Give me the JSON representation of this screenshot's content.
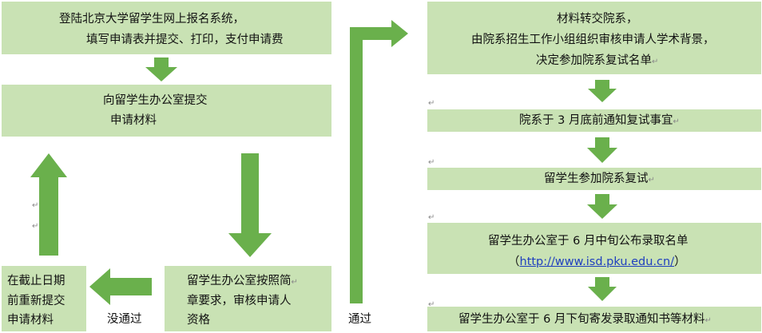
{
  "colors": {
    "box_fill": "#c9e2b4",
    "arrow_fill": "#6ab04c",
    "link": "#1f3fbf"
  },
  "left": {
    "step1": {
      "line1": "登陆北京大学留学生网上报名系统，",
      "line2": "填写申请表并提交、打印，支付申请费"
    },
    "step2": {
      "line1": "向留学生办公室提交",
      "line2": "申请材料"
    },
    "review": {
      "line1": "留学生办公室按照简",
      "line2": "章要求，审核申请人",
      "line3": "资格"
    },
    "resubmit": {
      "line1": "在截止日期",
      "line2": "前重新提交",
      "line3": "申请材料"
    },
    "fail_label": "没通过",
    "pass_label": "通过"
  },
  "right": {
    "step1": {
      "line1": "材料转交院系，",
      "line2": "由院系招生工作小组组织审核申请人学术背景，",
      "line3": "决定参加院系复试名单"
    },
    "step2": "院系于 3 月底前通知复试事宜",
    "step3": "留学生参加院系复试",
    "step4": {
      "line1": "留学生办公室于 6 月中旬公布录取名单",
      "paren_open": "（",
      "url": "http://www.isd.pku.edu.cn/",
      "paren_close": "）"
    },
    "step5": "留学生办公室于 6 月下旬寄发录取通知书等材料"
  },
  "marks": {
    "return": "↵"
  }
}
